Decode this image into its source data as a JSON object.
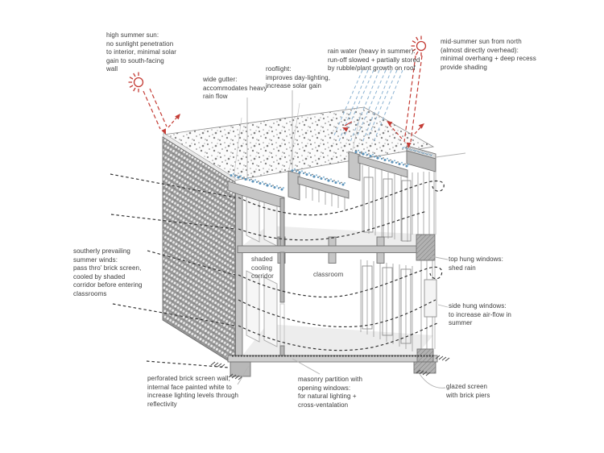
{
  "diagram": {
    "title": "passive environmental design section – classroom building",
    "type": "architectural cutaway section with environmental annotations"
  },
  "colors": {
    "sun_red": "#c43c35",
    "rain_blue": "#8ab2d2",
    "water_blue": "#5c93ba",
    "wind_line": "#2e2e2e",
    "concrete_grey": "#c6c6c6",
    "brick_grey": "#969696",
    "text_grey": "#3b3b3b",
    "leader_grey": "#b3b3b3"
  },
  "icons": {
    "sun": "radiating sun burst (red outline)",
    "wind": "curving dashed flow lines",
    "rain": "parallel dashed blue lines"
  },
  "annotations": {
    "high_summer_sun": "high summer sun:\nno sunlight penetration\nto interior, minimal solar\ngain to south-facing\nwall",
    "wide_gutter": "wide gutter:\naccommodates heavy\nrain flow",
    "rooflight": "rooflight:\nimproves day-lighting,\nincrease solar gain",
    "rain_water": "rain water (heavy in summer):\nrun-off slowed + partially stored\nby rubble/plant growth on roof",
    "mid_summer_sun": "mid-summer sun from north\n(almost directly overhead):\nminimal overhang + deep recess\nprovide shading",
    "southerly_winds": "southerly prevailing\nsummer winds:\npass thro' brick screen,\ncooled by shaded\ncorridor before entering\nclassrooms",
    "shaded_corridor": "shaded\ncooling\ncorridor",
    "classroom": "classroom",
    "top_hung_windows": "top hung windows:\nshed rain",
    "side_hung_windows": "side hung windows:\nto increase air-flow in\nsummer",
    "brick_screen_wall": "perforated brick screen wall,\ninternal face painted white to\nincrease lighting levels through\nreflectivity",
    "masonry_partition": "masonry partition with\nopening windows:\nfor natural lighting +\ncross-ventalation",
    "glazed_screen": "glazed screen\nwith brick piers"
  }
}
